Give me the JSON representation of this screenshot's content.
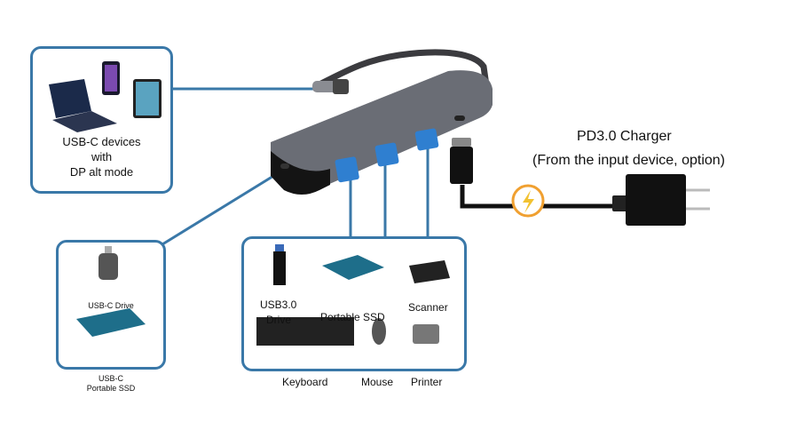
{
  "title": "USB-C Hub Connection Diagram",
  "colors": {
    "connector": "#3a78a8",
    "power_ring": "#f0a030",
    "hub_body": "#5a5d66"
  },
  "source_box": {
    "label_lines": [
      "USB-C devices",
      "with",
      "DP alt mode"
    ],
    "icons": [
      "laptop-icon",
      "phone-icon",
      "tablet-icon"
    ]
  },
  "charger": {
    "title": "PD3.0 Charger",
    "subtitle": "(From the input device, option)",
    "icon": "lightning-icon"
  },
  "usbc_port_box": {
    "items": [
      {
        "label": "USB-C Drive",
        "icon": "usb-c-drive-icon"
      },
      {
        "label_lines": [
          "USB-C",
          "Portable SSD"
        ],
        "icon": "portable-ssd-icon"
      }
    ]
  },
  "usb3_ports_box": {
    "items": [
      {
        "label_lines": [
          "USB3.0",
          "Drive"
        ],
        "icon": "usb-drive-icon"
      },
      {
        "label": "Portable SSD",
        "icon": "portable-ssd-icon"
      },
      {
        "label": "Scanner",
        "icon": "scanner-icon"
      },
      {
        "label": "Keyboard",
        "icon": "keyboard-icon"
      },
      {
        "label": "Mouse",
        "icon": "mouse-icon"
      },
      {
        "label": "Printer",
        "icon": "printer-icon"
      }
    ]
  }
}
